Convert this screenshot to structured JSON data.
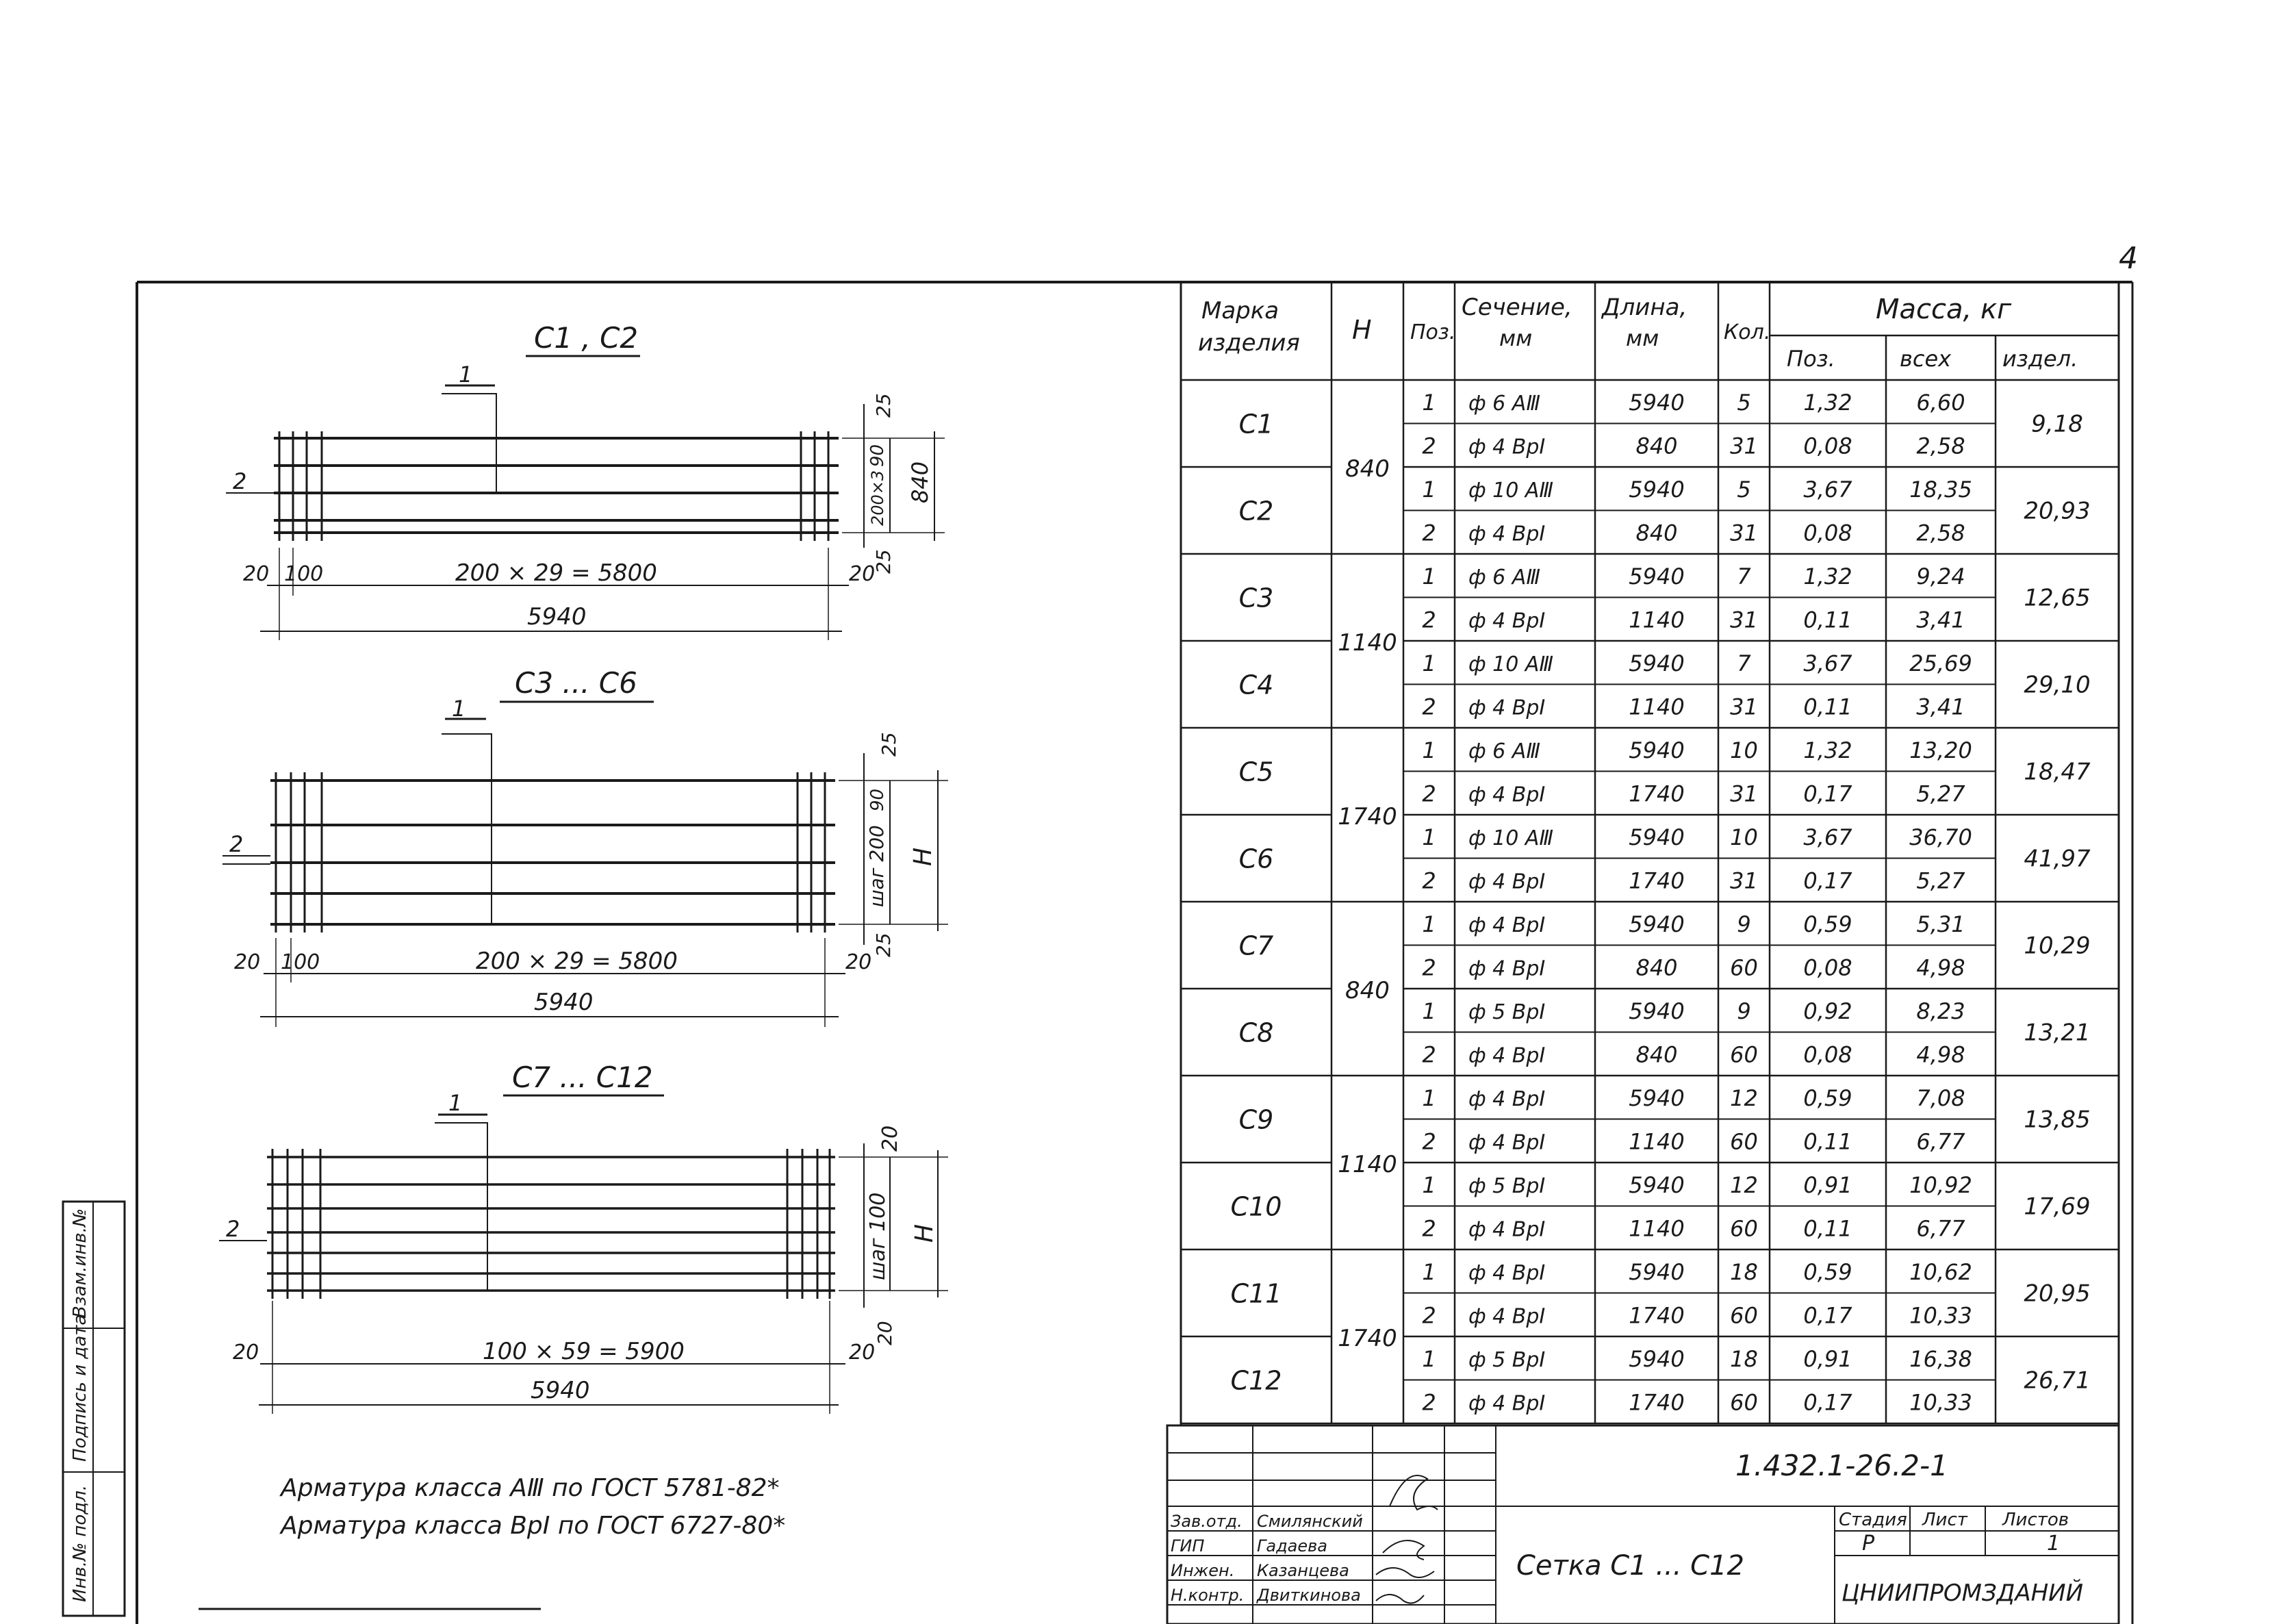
{
  "page_number": "4",
  "drawings": {
    "c1c2": {
      "title": "С1 , С2",
      "mark1": "1",
      "mark2": "2",
      "left20": "20",
      "left100": "100",
      "span": "200 × 29 = 5800",
      "right20": "20",
      "total": "5940",
      "dim_25a": "25",
      "dim_90": "90",
      "dim_200x3": "200×3",
      "dim_25b": "25",
      "height": "840"
    },
    "c3c6": {
      "title": "С3 ... С6",
      "mark1": "1",
      "mark2": "2",
      "left20": "20",
      "left100": "100",
      "span": "200 × 29 = 5800",
      "right20": "20",
      "total": "5940",
      "dim_25a": "25",
      "dim_90": "90",
      "dim_step": "шаг 200",
      "dim_25b": "25",
      "height": "Н"
    },
    "c7c12": {
      "title": "С7 ... С12",
      "mark1": "1",
      "mark2": "2",
      "left20": "20",
      "span": "100 × 59 = 5900",
      "right20": "20",
      "total": "5940",
      "dim_20a": "20",
      "dim_step": "шаг 100",
      "dim_20b": "20",
      "height": "Н"
    }
  },
  "notes": [
    "Арматура класса АⅢ по ГОСТ 5781-82*",
    "Арматура класса ВрⅠ по ГОСТ 6727-80*"
  ],
  "side_stamp": [
    "Инв.№ подл.",
    "Подпись и дата",
    "Взам.инв.№"
  ],
  "table": {
    "headers": {
      "mark": [
        "Марка",
        "изделия"
      ],
      "h": "Н",
      "pos": "Поз.",
      "section": [
        "Сечение,",
        "мм"
      ],
      "length": [
        "Длина,",
        "мм"
      ],
      "qty": "Кол.",
      "mass": "Масса, кг",
      "mass_pos": "Поз.",
      "mass_all": "всех",
      "mass_item": "издел."
    },
    "groups": [
      {
        "h": "840",
        "items": [
          {
            "mark": "С1",
            "total": "9,18",
            "rows": [
              {
                "pos": "1",
                "section": "ф 6 АⅢ",
                "length": "5940",
                "qty": "5",
                "mpos": "1,32",
                "mall": "6,60"
              },
              {
                "pos": "2",
                "section": "ф 4 ВрⅠ",
                "length": "840",
                "qty": "31",
                "mpos": "0,08",
                "mall": "2,58"
              }
            ]
          },
          {
            "mark": "С2",
            "total": "20,93",
            "rows": [
              {
                "pos": "1",
                "section": "ф 10 АⅢ",
                "length": "5940",
                "qty": "5",
                "mpos": "3,67",
                "mall": "18,35"
              },
              {
                "pos": "2",
                "section": "ф 4 ВрⅠ",
                "length": "840",
                "qty": "31",
                "mpos": "0,08",
                "mall": "2,58"
              }
            ]
          }
        ]
      },
      {
        "h": "1140",
        "items": [
          {
            "mark": "С3",
            "total": "12,65",
            "rows": [
              {
                "pos": "1",
                "section": "ф 6 АⅢ",
                "length": "5940",
                "qty": "7",
                "mpos": "1,32",
                "mall": "9,24"
              },
              {
                "pos": "2",
                "section": "ф 4 ВрⅠ",
                "length": "1140",
                "qty": "31",
                "mpos": "0,11",
                "mall": "3,41"
              }
            ]
          },
          {
            "mark": "С4",
            "total": "29,10",
            "rows": [
              {
                "pos": "1",
                "section": "ф 10 АⅢ",
                "length": "5940",
                "qty": "7",
                "mpos": "3,67",
                "mall": "25,69"
              },
              {
                "pos": "2",
                "section": "ф 4 ВрⅠ",
                "length": "1140",
                "qty": "31",
                "mpos": "0,11",
                "mall": "3,41"
              }
            ]
          }
        ]
      },
      {
        "h": "1740",
        "items": [
          {
            "mark": "С5",
            "total": "18,47",
            "rows": [
              {
                "pos": "1",
                "section": "ф 6 АⅢ",
                "length": "5940",
                "qty": "10",
                "mpos": "1,32",
                "mall": "13,20"
              },
              {
                "pos": "2",
                "section": "ф 4 ВрⅠ",
                "length": "1740",
                "qty": "31",
                "mpos": "0,17",
                "mall": "5,27"
              }
            ]
          },
          {
            "mark": "С6",
            "total": "41,97",
            "rows": [
              {
                "pos": "1",
                "section": "ф 10 АⅢ",
                "length": "5940",
                "qty": "10",
                "mpos": "3,67",
                "mall": "36,70"
              },
              {
                "pos": "2",
                "section": "ф 4 ВрⅠ",
                "length": "1740",
                "qty": "31",
                "mpos": "0,17",
                "mall": "5,27"
              }
            ]
          }
        ]
      },
      {
        "h": "840",
        "items": [
          {
            "mark": "С7",
            "total": "10,29",
            "rows": [
              {
                "pos": "1",
                "section": "ф 4 ВрⅠ",
                "length": "5940",
                "qty": "9",
                "mpos": "0,59",
                "mall": "5,31"
              },
              {
                "pos": "2",
                "section": "ф 4 ВрⅠ",
                "length": "840",
                "qty": "60",
                "mpos": "0,08",
                "mall": "4,98"
              }
            ]
          },
          {
            "mark": "С8",
            "total": "13,21",
            "rows": [
              {
                "pos": "1",
                "section": "ф 5 ВрⅠ",
                "length": "5940",
                "qty": "9",
                "mpos": "0,92",
                "mall": "8,23"
              },
              {
                "pos": "2",
                "section": "ф 4 ВрⅠ",
                "length": "840",
                "qty": "60",
                "mpos": "0,08",
                "mall": "4,98"
              }
            ]
          }
        ]
      },
      {
        "h": "1140",
        "items": [
          {
            "mark": "С9",
            "total": "13,85",
            "rows": [
              {
                "pos": "1",
                "section": "ф 4 ВрⅠ",
                "length": "5940",
                "qty": "12",
                "mpos": "0,59",
                "mall": "7,08"
              },
              {
                "pos": "2",
                "section": "ф 4 ВрⅠ",
                "length": "1140",
                "qty": "60",
                "mpos": "0,11",
                "mall": "6,77"
              }
            ]
          },
          {
            "mark": "С10",
            "total": "17,69",
            "rows": [
              {
                "pos": "1",
                "section": "ф 5 ВрⅠ",
                "length": "5940",
                "qty": "12",
                "mpos": "0,91",
                "mall": "10,92"
              },
              {
                "pos": "2",
                "section": "ф 4 ВрⅠ",
                "length": "1140",
                "qty": "60",
                "mpos": "0,11",
                "mall": "6,77"
              }
            ]
          }
        ]
      },
      {
        "h": "1740",
        "items": [
          {
            "mark": "С11",
            "total": "20,95",
            "rows": [
              {
                "pos": "1",
                "section": "ф 4 ВрⅠ",
                "length": "5940",
                "qty": "18",
                "mpos": "0,59",
                "mall": "10,62"
              },
              {
                "pos": "2",
                "section": "ф 4 ВрⅠ",
                "length": "1740",
                "qty": "60",
                "mpos": "0,17",
                "mall": "10,33"
              }
            ]
          },
          {
            "mark": "С12",
            "total": "26,71",
            "rows": [
              {
                "pos": "1",
                "section": "ф 5 ВрⅠ",
                "length": "5940",
                "qty": "18",
                "mpos": "0,91",
                "mall": "16,38"
              },
              {
                "pos": "2",
                "section": "ф 4 ВрⅠ",
                "length": "1740",
                "qty": "60",
                "mpos": "0,17",
                "mall": "10,33"
              }
            ]
          }
        ]
      }
    ]
  },
  "title_block": {
    "doc_code": "1.432.1-26.2-1",
    "title": "Сетка С1 ... С12",
    "stage_label": "Стадия",
    "sheet_label": "Лист",
    "sheets_label": "Листов",
    "stage": "Р",
    "sheet": "",
    "sheets": "1",
    "org": "ЦНИИПРОМЗДАНИЙ",
    "people": [
      {
        "role": "Зав.отд.",
        "name": "Смилянский"
      },
      {
        "role": "ГИП",
        "name": "Гадаева"
      },
      {
        "role": "Инжен.",
        "name": "Казанцева"
      },
      {
        "role": "Н.контр.",
        "name": "Двиткинова"
      }
    ]
  }
}
